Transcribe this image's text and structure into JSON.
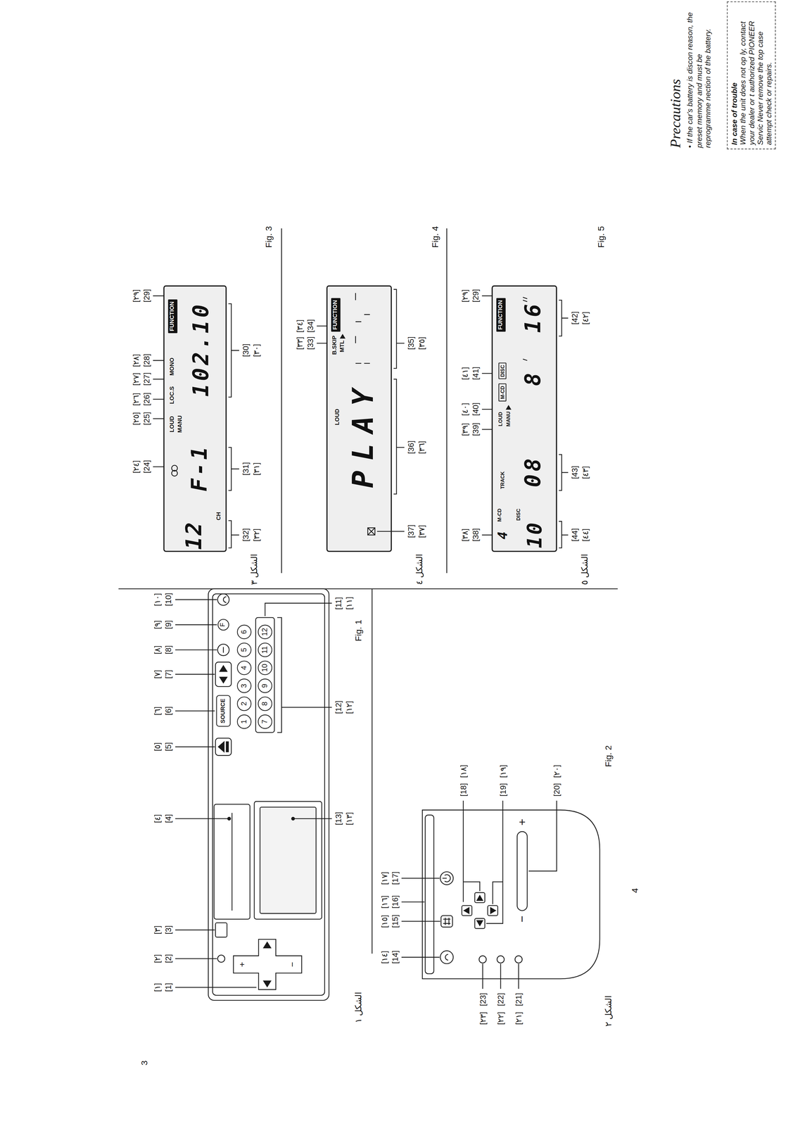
{
  "diagram": {
    "nodes": [
      {
        "text": [
          "SOURCE"
        ]
      },
      {
        "text": [
          "F"
        ]
      },
      {
        "text": [
          "1"
        ]
      },
      {
        "text": [
          "2"
        ]
      },
      {
        "text": [
          "3"
        ]
      },
      {
        "text": [
          "4"
        ]
      },
      {
        "text": [
          "5"
        ]
      },
      {
        "text": [
          "6"
        ]
      },
      {
        "text": [
          "7"
        ]
      },
      {
        "text": [
          "8"
        ]
      },
      {
        "text": [
          "9"
        ]
      },
      {
        "text": [
          "10"
        ]
      },
      {
        "text": [
          "11"
        ]
      },
      {
        "text": [
          "12"
        ]
      },
      {
        "text": [
          "12",
          "CH",
          "F-1",
          "LOUD",
          "MANU",
          "LOC.S",
          "MONO",
          "102.10"
        ]
      },
      {
        "text": [
          "FUNCTION"
        ],
        "in": 14
      },
      {
        "text": [
          "LOUD",
          "B.SKIP",
          "MTL",
          "PLAY"
        ]
      },
      {
        "text": [
          "FUNCTION"
        ],
        "in": 16
      },
      {
        "text": [
          "4",
          "M-CD",
          "10",
          "DISC",
          "TRACK",
          "08",
          "LOUD",
          "MANU",
          "8",
          "16"
        ]
      },
      {
        "text": [
          "M-CD"
        ],
        "in": 18
      },
      {
        "text": [
          "DISC"
        ],
        "in": 18
      },
      {
        "text": [
          "FUNCTION"
        ],
        "in": 18
      },
      {
        "text": [
          "In case of trouble",
          "When the unit does not op ly, contact your dealer or t authorized PIONEER Servic Never remove the top case attempt check or repairs."
        ]
      }
    ],
    "labels": [
      "[1]",
      "[١]",
      "[2]",
      "[٢]",
      "[3]",
      "[٣]",
      "[4]",
      "[٤]",
      "[5]",
      "[٥]",
      "[6]",
      "[٦]",
      "[7]",
      "[٧]",
      "[8]",
      "[٨]",
      "[9]",
      "[٩]",
      "[10]",
      "[١٠]",
      "+",
      "−",
      "[11]",
      "[١١]",
      "[12]",
      "[١٢]",
      "[13]",
      "[١٣]",
      "Fig. 1",
      "الشكل ١",
      "[14]",
      "[١٤]",
      "[15]",
      "[١٥]",
      "[16]",
      "[١٦]",
      "[17]",
      "[١٧]",
      "[18]",
      "[١٨]",
      "[19]",
      "[١٩]",
      "[20]",
      "[٢٠]",
      "[21]",
      "[٢١]",
      "[22]",
      "[٢٢]",
      "[23]",
      "[٢٣]",
      "−",
      "+",
      "Fig. 2",
      "الشكل ٢",
      "[24]",
      "[٢٤]",
      "[25]",
      "[٢٥]",
      "[26]",
      "[٢٦]",
      "[27]",
      "[٢٧]",
      "[28]",
      "[٢٨]",
      "[29]",
      "[٢٩]",
      "[30]",
      "[٣٠]",
      "[31]",
      "[٣١]",
      "[32]",
      "[٣٢]",
      "Fig. 3",
      "الشكل ٣",
      "[33]",
      "[٣٣]",
      "[34]",
      "[٣٤]",
      "[35]",
      "[٣٥]",
      "[36]",
      "[٣٦]",
      "[37]",
      "[٣٧]",
      "Fig. 4",
      "الشكل ٤",
      "[38]",
      "[٣٨]",
      "[39]",
      "[٣٩]",
      "[40]",
      "[٤٠]",
      "[41]",
      "[٤١]",
      "[29]",
      "[٢٩]",
      "[42]",
      "[٤٢]",
      "[43]",
      "[٤٣]",
      "[44]",
      "[٤٤]",
      "Fig. 5",
      "الشكل ٥",
      "Precautions",
      "• If the car's battery is discon reason, the preset memory and must be reprogramme nection of the battery.",
      "3",
      "4"
    ]
  }
}
